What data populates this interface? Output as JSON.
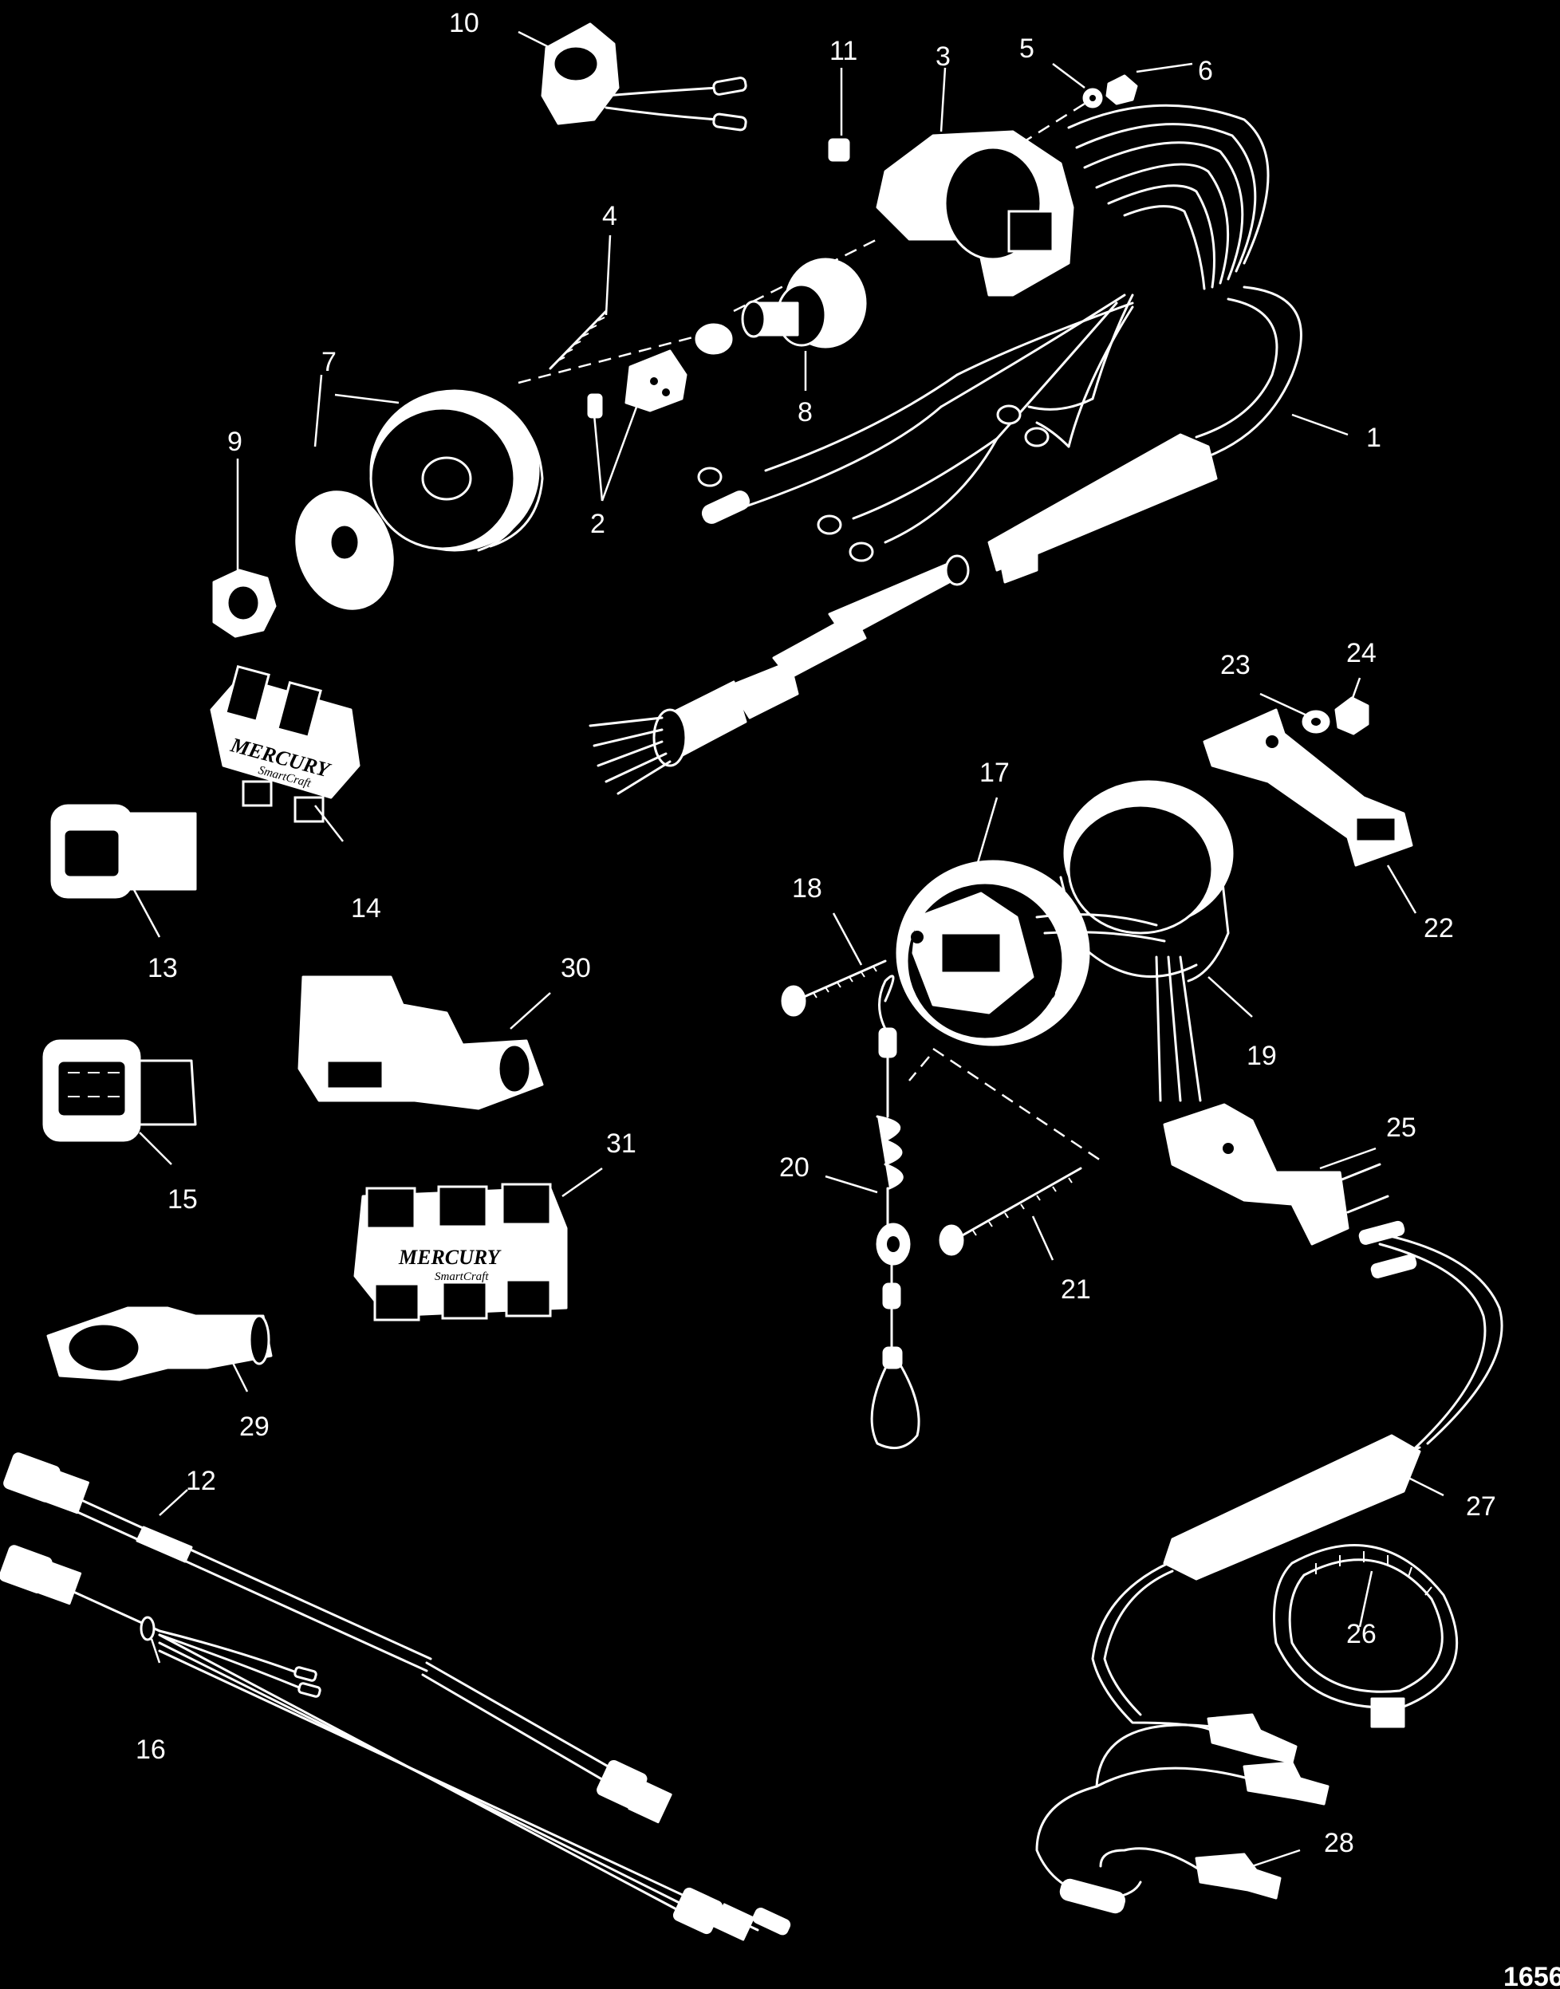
{
  "figure": {
    "number": "1656"
  },
  "callouts": [
    {
      "id": "1",
      "text": "1"
    },
    {
      "id": "2",
      "text": "2"
    },
    {
      "id": "3",
      "text": "3"
    },
    {
      "id": "4",
      "text": "4"
    },
    {
      "id": "5",
      "text": "5"
    },
    {
      "id": "6",
      "text": "6"
    },
    {
      "id": "7",
      "text": "7"
    },
    {
      "id": "8",
      "text": "8"
    },
    {
      "id": "9",
      "text": "9"
    },
    {
      "id": "10",
      "text": "10"
    },
    {
      "id": "11",
      "text": "11"
    },
    {
      "id": "12",
      "text": "12"
    },
    {
      "id": "13",
      "text": "13"
    },
    {
      "id": "14",
      "text": "14"
    },
    {
      "id": "15",
      "text": "15"
    },
    {
      "id": "16",
      "text": "16"
    },
    {
      "id": "17",
      "text": "17"
    },
    {
      "id": "18",
      "text": "18"
    },
    {
      "id": "19",
      "text": "19"
    },
    {
      "id": "20",
      "text": "20"
    },
    {
      "id": "21",
      "text": "21"
    },
    {
      "id": "22",
      "text": "22"
    },
    {
      "id": "23",
      "text": "23"
    },
    {
      "id": "24",
      "text": "24"
    },
    {
      "id": "25",
      "text": "25"
    },
    {
      "id": "26",
      "text": "26"
    },
    {
      "id": "27",
      "text": "27"
    },
    {
      "id": "28",
      "text": "28"
    },
    {
      "id": "29",
      "text": "29"
    },
    {
      "id": "30",
      "text": "30"
    },
    {
      "id": "31",
      "text": "31"
    }
  ],
  "logos": {
    "junction_box_large": {
      "brand": "MERCURY",
      "sub": "SmartCraft"
    },
    "junction_box_small": {
      "brand": "MERCURY",
      "sub": "SmartCraft"
    }
  },
  "colors": {
    "background": "#000000",
    "line_art": "#ffffff"
  }
}
